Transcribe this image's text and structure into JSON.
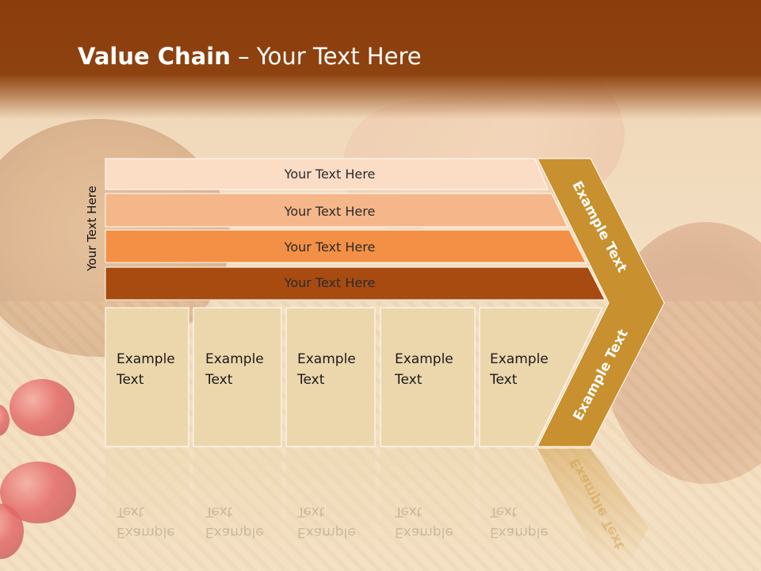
{
  "title": {
    "bold": "Value Chain",
    "rest": " – Your Text Here"
  },
  "vertical_label": "Your Text Here",
  "bars": [
    {
      "label": "Your Text Here",
      "color": "#fbdcc5"
    },
    {
      "label": "Your Text Here",
      "color": "#f5b68a"
    },
    {
      "label": "Your Text Here",
      "color": "#f39045"
    },
    {
      "label": "Your Text Here",
      "color": "#a84b10"
    }
  ],
  "boxes": [
    {
      "line1": "Example",
      "line2": "Text"
    },
    {
      "line1": "Example",
      "line2": "Text"
    },
    {
      "line1": "Example",
      "line2": "Text"
    },
    {
      "line1": "Example",
      "line2": "Text"
    },
    {
      "line1": "Example",
      "line2": "Text"
    }
  ],
  "chevron": {
    "upper": "Example Text",
    "lower": "Example Text",
    "color": "#c8902e"
  },
  "colors": {
    "header": "#8e420f",
    "box_fill": "#ecd7ad"
  }
}
